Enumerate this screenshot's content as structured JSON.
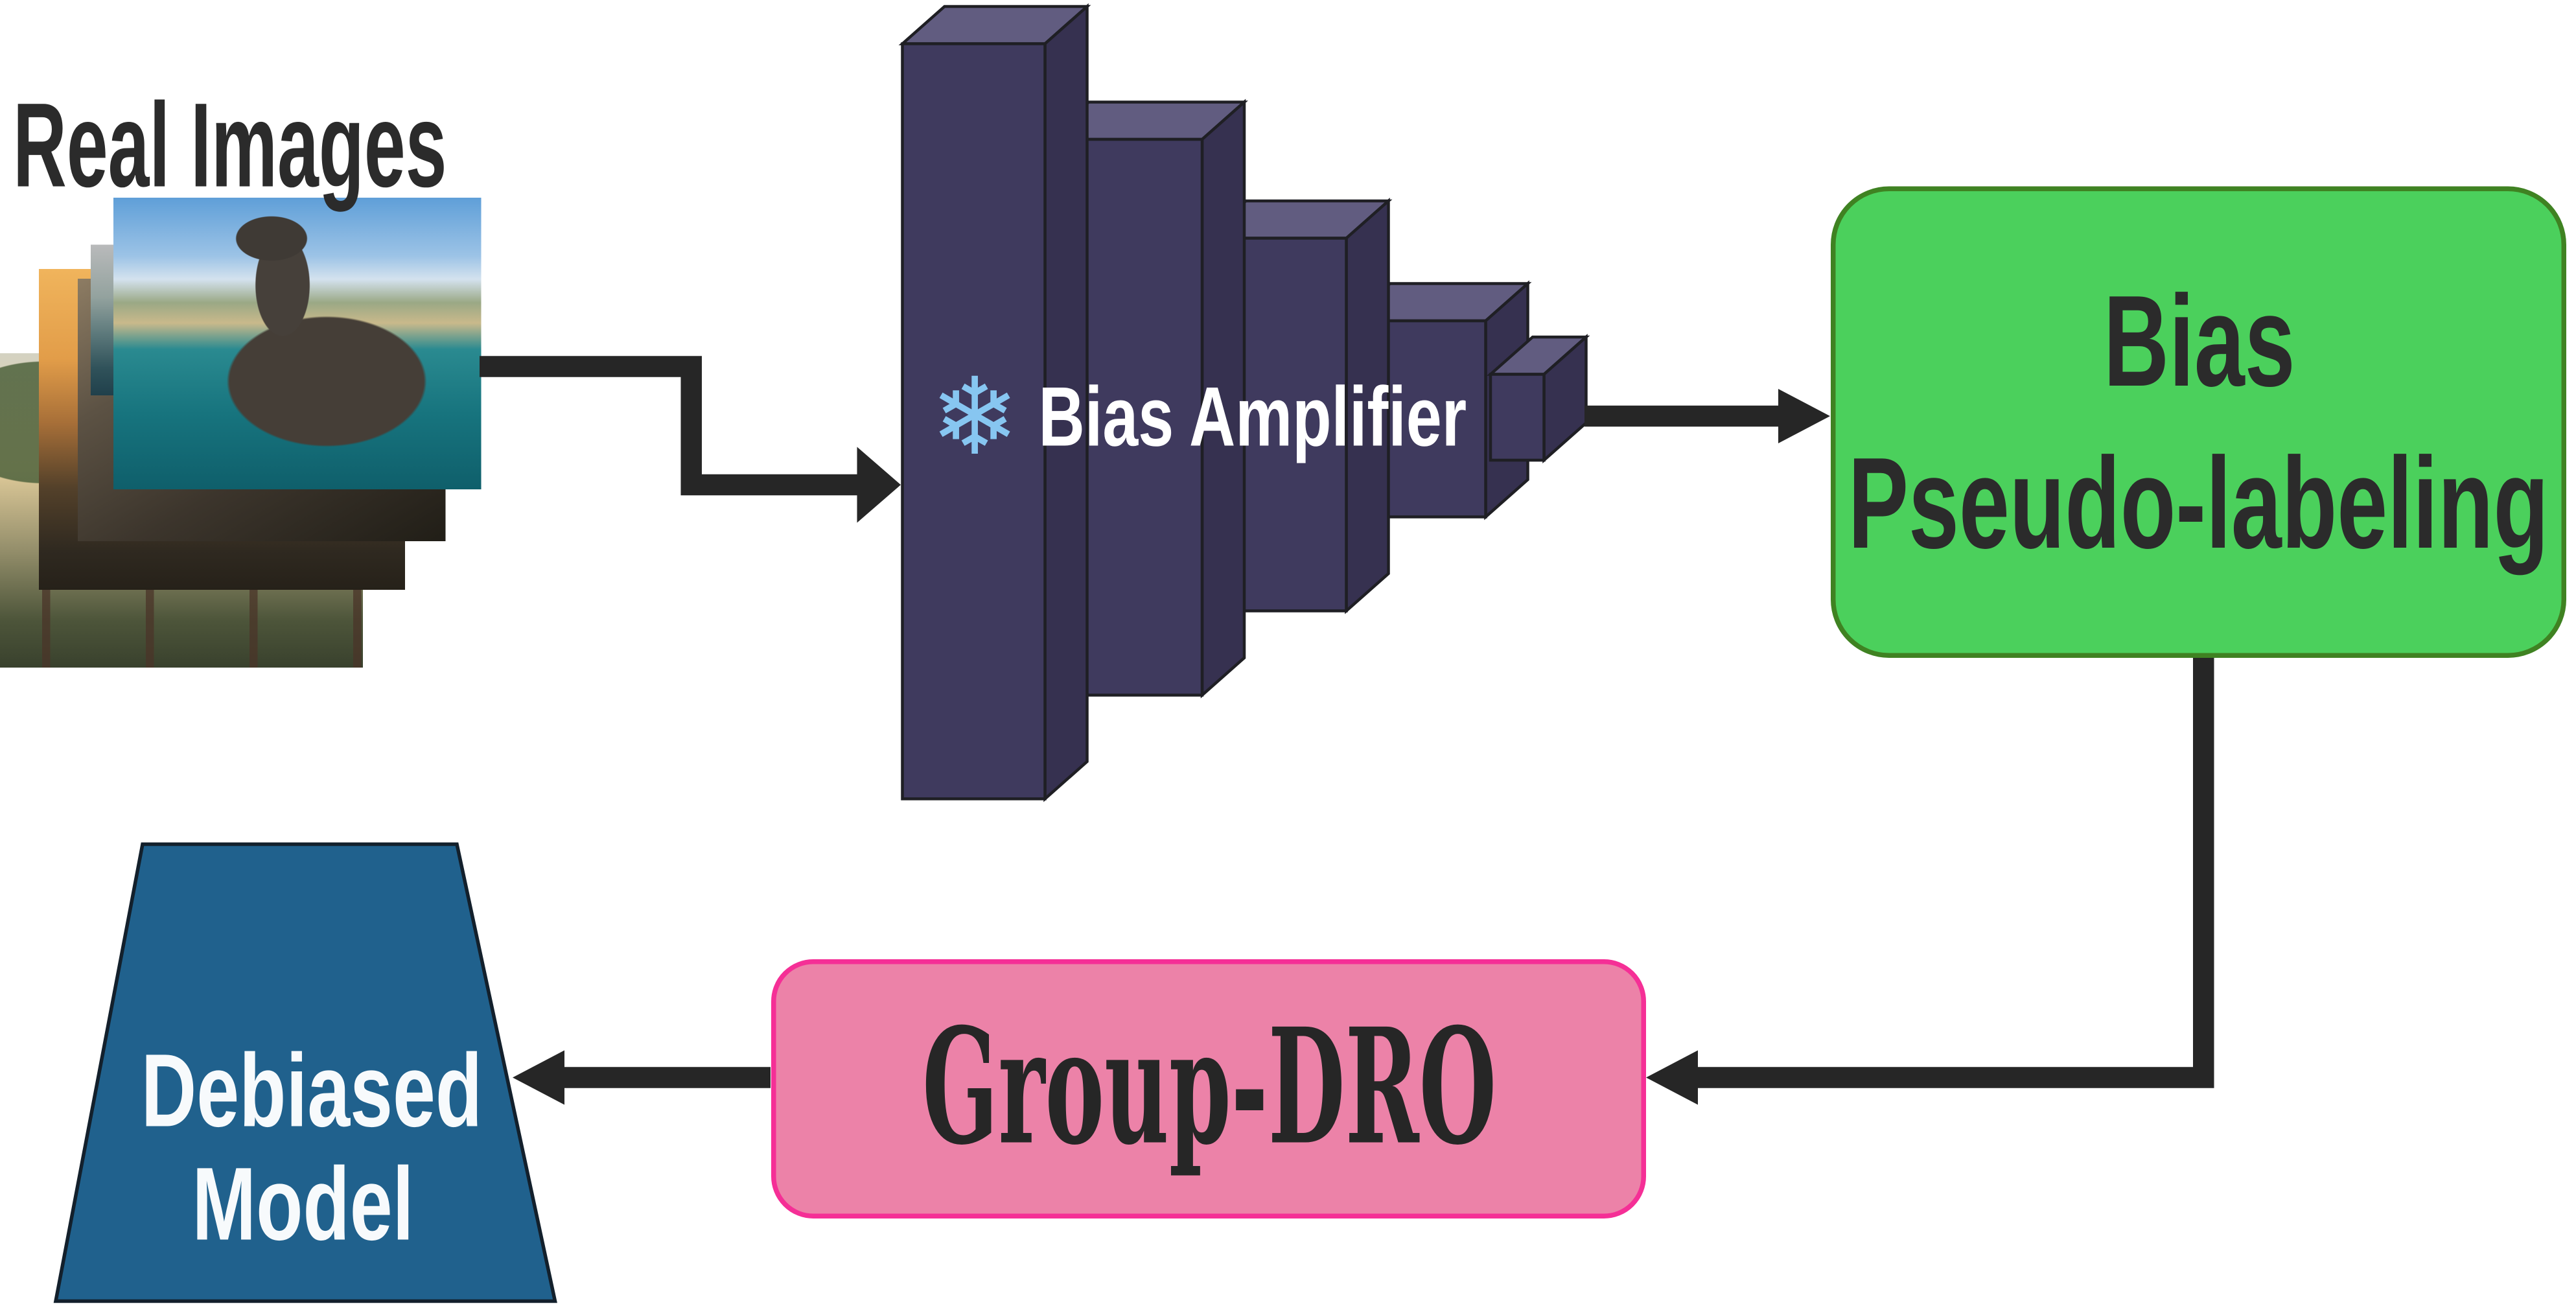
{
  "figure": {
    "background": "#ffffff",
    "input": {
      "label": "Real Images",
      "photos": [
        {
          "name": "forest-trees-photo"
        },
        {
          "name": "sunset-beach-photo"
        },
        {
          "name": "rocky-shore-photo"
        },
        {
          "name": "ocean-waves-photo"
        },
        {
          "name": "albatross-coast-photo"
        }
      ]
    },
    "nodes": {
      "bias_amplifier": {
        "label": "Bias Amplifier",
        "icon": "snowflake-icon",
        "icon_glyph": "❄",
        "shape": "3d-funnel-of-5-shrinking-blocks"
      },
      "bias_pseudo_labeling": {
        "line1": "Bias",
        "line2": "Pseudo-labeling",
        "shape": "rounded-rectangle"
      },
      "group_dro": {
        "label": "Group-DRO",
        "shape": "rounded-rectangle"
      },
      "debiased_model": {
        "line1": "Debiased",
        "line2": "Model",
        "shape": "trapezoid"
      }
    },
    "arrows": [
      {
        "from": "real-images",
        "to": "bias-amplifier"
      },
      {
        "from": "bias-amplifier",
        "to": "bias-pseudo-labeling"
      },
      {
        "from": "bias-pseudo-labeling",
        "to": "group-dro"
      },
      {
        "from": "group-dro",
        "to": "debiased-model"
      }
    ],
    "colors": {
      "arrow": "#262626",
      "text_dark": "#2b2b2b",
      "text_light": "#ffffff",
      "amplifier_front": "#3f3a5e",
      "amplifier_top": "#615c80",
      "amplifier_side": "#363150",
      "amplifier_outline": "#1f1f24",
      "snowflake_blue": "#87c6f1",
      "pseudo_labeling_fill": "#4bd05c",
      "pseudo_labeling_border": "#3f8222",
      "group_dro_fill": "#ec82a8",
      "group_dro_border": "#f52f96",
      "debiased_fill": "#20618d",
      "debiased_outline": "#13202c"
    }
  }
}
